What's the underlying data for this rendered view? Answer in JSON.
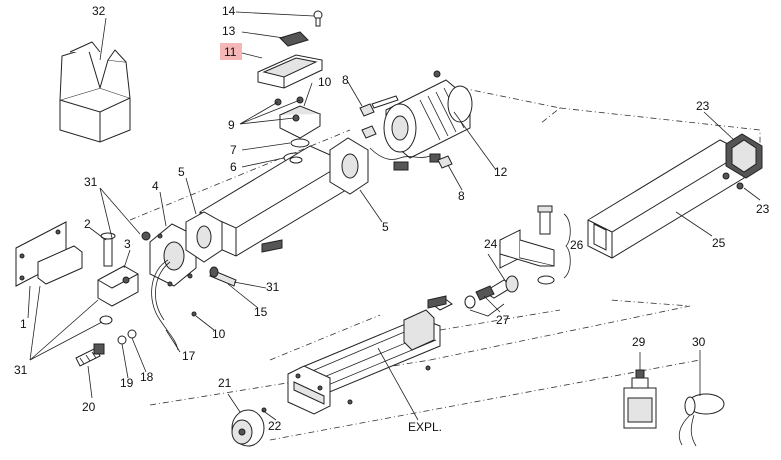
{
  "callouts": {
    "c1": "1",
    "c2": "2",
    "c3": "3",
    "c4": "4",
    "c5a": "5",
    "c5b": "5",
    "c6": "6",
    "c7": "7",
    "c8a": "8",
    "c8b": "8",
    "c9": "9",
    "c10a": "10",
    "c10b": "10",
    "c11": "11",
    "c12": "12",
    "c13": "13",
    "c14": "14",
    "c15": "15",
    "c17": "17",
    "c18": "18",
    "c19": "19",
    "c20": "20",
    "c21": "21",
    "c22": "22",
    "c23a": "23",
    "c23b": "23",
    "c24": "24",
    "c25": "25",
    "c26": "26",
    "c27": "27",
    "c29": "29",
    "c30": "30",
    "c31a": "31",
    "c31b": "31",
    "c31c": "31",
    "c32": "32",
    "expl": "EXPL."
  },
  "highlight_color": "#f4b6b6"
}
